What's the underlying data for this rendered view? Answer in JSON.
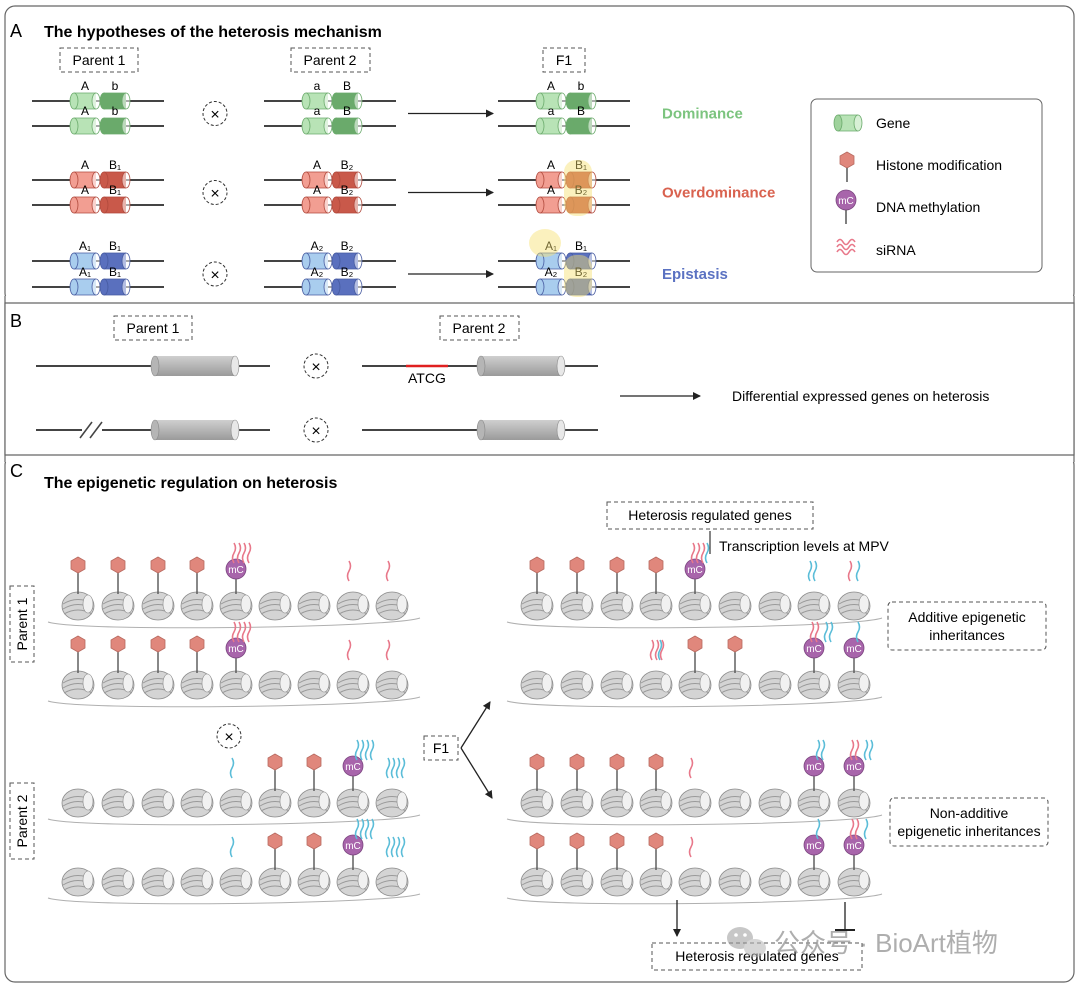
{
  "panelA": {
    "letter": "A",
    "title": "The hypotheses of the heterosis mechanism",
    "col_labels": {
      "parent1": "Parent 1",
      "parent2": "Parent 2",
      "f1": "F1"
    },
    "cross_symbol": "×",
    "hypotheses": [
      {
        "name": "Dominance",
        "color": "#7cc47f",
        "p1": [
          [
            "A",
            "b"
          ],
          [
            "A",
            "b"
          ]
        ],
        "p2": [
          [
            "a",
            "B"
          ],
          [
            "a",
            "B"
          ]
        ],
        "f1": [
          [
            "A",
            "b"
          ],
          [
            "a",
            "B"
          ]
        ]
      },
      {
        "name": "Overdominance",
        "color": "#d9624f",
        "p1": [
          [
            "A",
            "B₁"
          ],
          [
            "A",
            "B₁"
          ]
        ],
        "p2": [
          [
            "A",
            "B₂"
          ],
          [
            "A",
            "B₂"
          ]
        ],
        "f1": [
          [
            "A",
            "B₁"
          ],
          [
            "A",
            "B₂"
          ]
        ]
      },
      {
        "name": "Epistasis",
        "color": "#5b72c2",
        "p1": [
          [
            "A₁",
            "B₁"
          ],
          [
            "A₁",
            "B₁"
          ]
        ],
        "p2": [
          [
            "A₂",
            "B₂"
          ],
          [
            "A₂",
            "B₂"
          ]
        ],
        "f1": [
          [
            "A₁",
            "B₁"
          ],
          [
            "A₂",
            "B₂"
          ]
        ]
      }
    ],
    "legend": [
      {
        "icon": "gene-icon",
        "label": "Gene"
      },
      {
        "icon": "histone-modification-icon",
        "label": "Histone modification"
      },
      {
        "icon": "dna-methylation-icon",
        "label": "DNA methylation",
        "icon_text": "mC"
      },
      {
        "icon": "sirna-icon",
        "label": "siRNA"
      }
    ]
  },
  "panelB": {
    "letter": "B",
    "parent1": "Parent 1",
    "parent2": "Parent 2",
    "cross_symbol": "×",
    "mutation": "ATCG",
    "outcome": "Differential expressed genes on heterosis"
  },
  "panelC": {
    "letter": "C",
    "title": "The epigenetic regulation on heterosis",
    "parent1": "Parent 1",
    "parent2": "Parent 2",
    "cross_symbol": "×",
    "f1": "F1",
    "mc": "mC",
    "regulated_top": "Heterosis regulated genes",
    "mpv": "Transcription levels at MPV",
    "additive": [
      "Additive epigenetic",
      "inheritances"
    ],
    "nonadditive": [
      "Non-additive",
      "epigenetic inheritances"
    ],
    "regulated_bottom": "Heterosis regulated genes"
  },
  "watermark": "公众号 · BioArt植物",
  "colors": {
    "green_light": "#b8e3b6",
    "green_dark": "#6aaa6b",
    "red_light": "#f29e92",
    "red_dark": "#c9594a",
    "blue_light": "#a9cdee",
    "blue_dark": "#5a70be",
    "histone": "#e0877c",
    "methyl": "#a865ab",
    "sirna_pink": "#e8788a",
    "sirna_blue": "#5bbdd8",
    "highlight": "#f6e16f"
  }
}
